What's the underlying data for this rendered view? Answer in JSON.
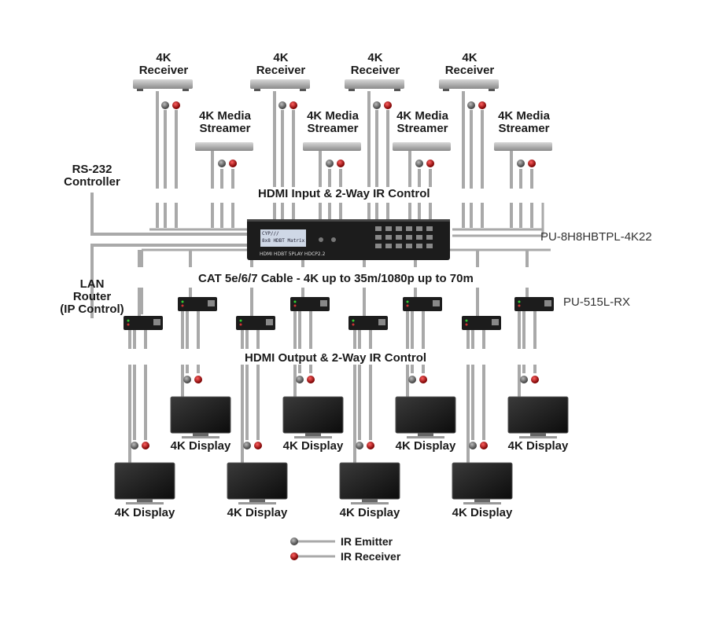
{
  "labels": {
    "receiver": "4K\nReceiver",
    "streamer": "4K Media\nStreamer",
    "display": "4K Display",
    "rs232": "RS-232\nController",
    "lan": "LAN\nRouter\n(IP Control)",
    "matrix_model": "PU-8H8HBTPL-4K22",
    "receiver_model": "PU-515L-RX",
    "band_input": "HDMI Input & 2-Way IR Control",
    "band_cable": "CAT 5e/6/7 Cable - 4K up to 35m/1080p up to 70m",
    "band_output": "HDMI Output & 2-Way IR Control"
  },
  "matrix_lcd_text": "CYP///\n8x8 HDBT Matrix",
  "matrix_front_text": "HDMI  HDBT  5PLAY  HDCP2.2",
  "legend": {
    "ir_emitter": "IR Emitter",
    "ir_receiver": "IR Receiver"
  },
  "colors": {
    "cable": "#a9a9a9",
    "device_dark": "#1c1c1c",
    "ir_emitter": "#555555",
    "ir_receiver": "#a01010"
  }
}
